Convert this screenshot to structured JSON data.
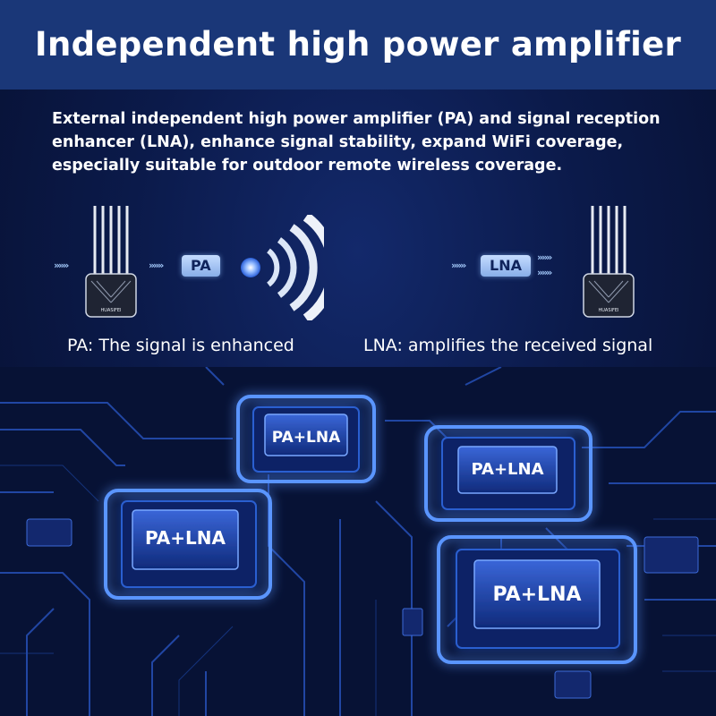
{
  "header": {
    "title": "Independent high power amplifier"
  },
  "description": "External independent high power amplifier (PA) and signal reception enhancer (LNA), enhance signal stability, expand WiFi coverage, especially suitable for outdoor remote wireless coverage.",
  "diagram": {
    "pa_tag": "PA",
    "lna_tag": "LNA",
    "arrow_glyph": "»»»",
    "device_brand": "HUASIFEI",
    "pa_caption": "PA: The signal is enhanced",
    "lna_caption": "LNA: amplifies the received signal"
  },
  "chips": [
    {
      "label": "PA+LNA"
    },
    {
      "label": "PA+LNA"
    },
    {
      "label": "PA+LNA"
    },
    {
      "label": "PA+LNA"
    }
  ],
  "colors": {
    "header_bg": "#1a3778",
    "background": "#0b1a4a",
    "tag_bg": "#b4cff8",
    "chip_glow": "#3f7bff",
    "circuit_trace": "#2f62d8"
  }
}
